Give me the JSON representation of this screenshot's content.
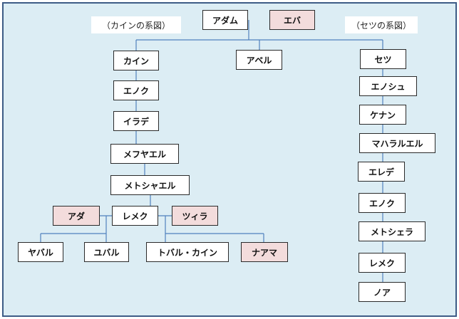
{
  "captions": {
    "cain_line": "（カインの系図）",
    "seth_line": "（セツの系図）"
  },
  "people": {
    "adam": "アダム",
    "eve": "エバ",
    "cain": "カイン",
    "abel": "アベル",
    "seth": "セツ",
    "enoch_cain": "エノク",
    "irad": "イラデ",
    "mehujael": "メフヤエル",
    "methushael": "メトシャエル",
    "lamech_cain": "レメク",
    "adah": "アダ",
    "zillah": "ツィラ",
    "jabal": "ヤバル",
    "jubal": "ユバル",
    "tubal_cain": "トバル・カイン",
    "naamah": "ナアマ",
    "enosh": "エノシュ",
    "kenan": "ケナン",
    "mahalalel": "マハラルエル",
    "jared": "エレデ",
    "enoch_seth": "エノク",
    "methuselah": "メトシェラ",
    "lamech_seth": "レメク",
    "noah": "ノア"
  },
  "colors": {
    "background": "#dcedf4",
    "frame_border": "#3d5c86",
    "connector": "#4f81bd",
    "female_box": "#f3dcdc",
    "male_box": "#ffffff"
  }
}
